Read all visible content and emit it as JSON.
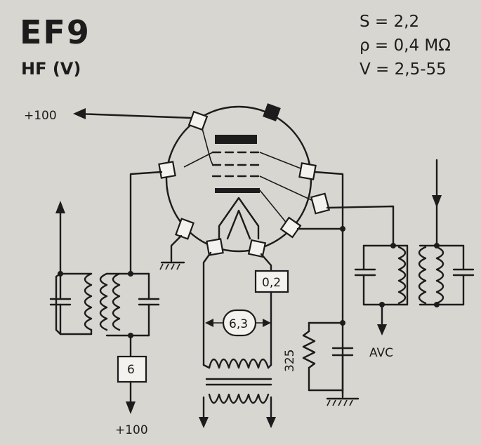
{
  "header": {
    "tube_name": "EF9",
    "function": "HF (V)"
  },
  "specs": [
    "S = 2,2",
    "ρ = 0,4 MΩ",
    "V = 2,5-55"
  ],
  "labels": {
    "plus_top": "+100",
    "plus_bottom": "+100",
    "avc": "AVC",
    "box_heater_series": "0,2",
    "box_filament": "6,3",
    "box_anode": "6",
    "resistor": "325"
  }
}
